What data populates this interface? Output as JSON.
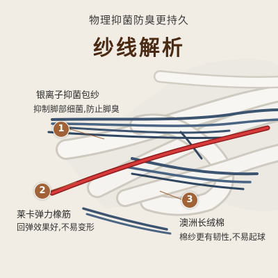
{
  "header": {
    "subtitle": "物理抑菌防臭更持久",
    "title": "纱线解析"
  },
  "features": [
    {
      "number": "1",
      "title": "银离子抑菌包纱",
      "desc": "抑制脚部细菌,防止脚臭"
    },
    {
      "number": "2",
      "title": "莱卡弹力橡筋",
      "desc": "回弹效果好,不易变形"
    },
    {
      "number": "3",
      "title": "澳洲长绒棉",
      "desc": "棉纱更有韧性,不易起球"
    }
  ],
  "colors": {
    "background": "#f1ede5",
    "title": "#4a2a12",
    "badge": "#a06236",
    "silver_thread": "#3c5470",
    "spandex_thread": "#c42a2a",
    "cotton_yarn": "#f5f4f0"
  }
}
